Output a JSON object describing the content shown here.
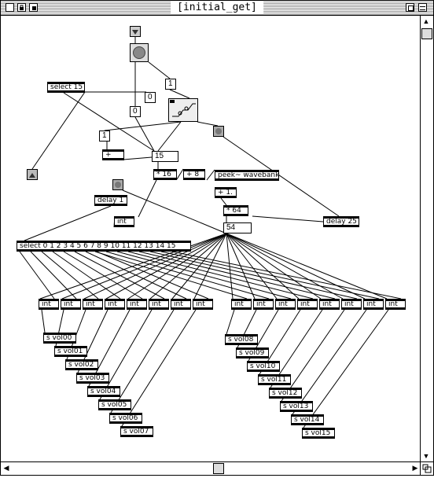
{
  "window": {
    "title": "[initial_get]"
  },
  "objects": {
    "select15": "select 15",
    "select_list": "select 0 1 2 3 4 5 6 7 8 9 10 11 12 13 14 15",
    "plus": "+",
    "times16": "* 16",
    "plus8": "+ 8",
    "peek": "peek~ wavebank",
    "plus1": "+ 1.",
    "times64": "* 64",
    "delay1": "delay 1",
    "int_main": "int",
    "delay25": "delay 25",
    "num_1a": "1",
    "num_0a": "0",
    "num_0b": "0",
    "num_1b": "1",
    "num_15": "15",
    "num_54": "54"
  },
  "int_boxes_left": [
    "int",
    "int",
    "int",
    "int",
    "int",
    "int",
    "int",
    "int"
  ],
  "int_boxes_right": [
    "int",
    "int",
    "int",
    "int",
    "int",
    "int",
    "int",
    "int"
  ],
  "send_left": [
    "s vol00",
    "s vol01",
    "s vol02",
    "s vol03",
    "s vol04",
    "s vol05",
    "s vol06",
    "s vol07"
  ],
  "send_right": [
    "s vol08",
    "s vol09",
    "s vol10",
    "s vol11",
    "s vol12",
    "s vol13",
    "s vol14",
    "s vol15"
  ]
}
